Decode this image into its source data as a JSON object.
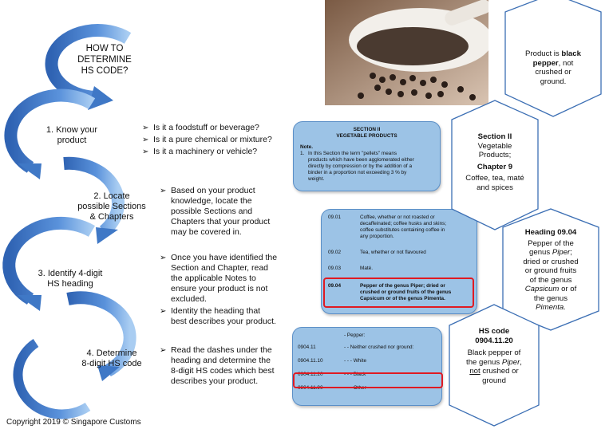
{
  "flow": {
    "title": [
      "HOW TO",
      "DETERMINE",
      "HS CODE?"
    ],
    "steps": [
      {
        "lines": [
          "1. Know your",
          "product"
        ]
      },
      {
        "lines": [
          "2. Locate",
          "possible Sections",
          "& Chapters"
        ]
      },
      {
        "lines": [
          "3. Identify 4-digit",
          "HS heading"
        ]
      },
      {
        "lines": [
          "4. Determine",
          "8-digit HS code"
        ]
      }
    ]
  },
  "bullets": {
    "step1": [
      "Is it a foodstuff or beverage?",
      "Is it a pure chemical or mixture?",
      "Is it a machinery or vehicle?"
    ],
    "step2": [
      "Based on your product",
      "knowledge, locate the",
      "possible Sections and",
      "Chapters that your product",
      "may be covered in."
    ],
    "step3a": [
      "Once you have identified the",
      "Section and Chapter, read",
      "the applicable Notes to",
      "ensure your product is not",
      "excluded."
    ],
    "step3b": [
      "Identity the heading that",
      "best describes your product."
    ],
    "step4": [
      "Read the dashes under the",
      "heading and determine the",
      "8-digit HS codes which best",
      "describes your product."
    ]
  },
  "section_box": {
    "title1": "SECTION II",
    "title2": "VEGETABLE PRODUCTS",
    "note_label": "Note.",
    "note_num": "1.",
    "note_lines": [
      "In this Section the term \"pellets\" means",
      "products which have been agglomerated either",
      "directly by compression or by the addition of a",
      "binder in a proportion not exceeding 3 % by",
      "weight."
    ]
  },
  "heading_box": {
    "rows": [
      {
        "code": "09.01",
        "lines": [
          "Coffee, whether or not roasted or",
          "decaffeinated; coffee husks and skins;",
          "coffee substitutes containing coffee in",
          "any proportion."
        ]
      },
      {
        "code": "09.02",
        "lines": [
          "Tea, whether or not flavoured"
        ]
      },
      {
        "code": "09.03",
        "lines": [
          "Maté."
        ]
      },
      {
        "code": "09.04",
        "lines": [
          "Pepper of the genus Piper; dried or",
          "crushed or ground fruits of the genus",
          "Capsicum or of the genus Pimenta."
        ]
      }
    ]
  },
  "hscode_box": {
    "rows": [
      {
        "code": "",
        "text": "- Pepper:"
      },
      {
        "code": "0904.11",
        "text": "- - Neither crushed nor ground:"
      },
      {
        "code": "0904.11.10",
        "text": "- - - White"
      },
      {
        "code": "0904.11.20",
        "text": "- - - Black"
      },
      {
        "code": "0904.11.90",
        "text": "- - - Other"
      }
    ]
  },
  "hexes": {
    "product": [
      "Product is",
      "black",
      "pepper",
      ", not",
      "crushed or",
      "ground."
    ],
    "section": {
      "title": "Section II",
      "sub": [
        "Vegetable",
        "Products;"
      ],
      "chapter": "Chapter 9",
      "desc": [
        "Coffee, tea, maté",
        "and spices"
      ]
    },
    "heading": {
      "title": "Heading 09.04",
      "lines": [
        "Pepper of the",
        "genus",
        "Piper",
        ";",
        "dried or crushed",
        "or ground fruits",
        "of the genus",
        "Capsicum",
        "or of",
        "the genus",
        "Pimenta."
      ]
    },
    "hscode": {
      "title1": "HS code",
      "title2": "0904.11.20",
      "lines": [
        "Black pepper of",
        "the genus",
        "Piper",
        ",",
        "not",
        "crushed or",
        "ground"
      ]
    }
  },
  "copyright": "Copyright  2019 © Singapore Customs",
  "colors": {
    "arrow": "#3f78c6",
    "arrow_light": "#9cc3ee",
    "box": "#9cc3e6",
    "highlight": "#e01a22",
    "hex_stroke": "#3c6fb4"
  }
}
